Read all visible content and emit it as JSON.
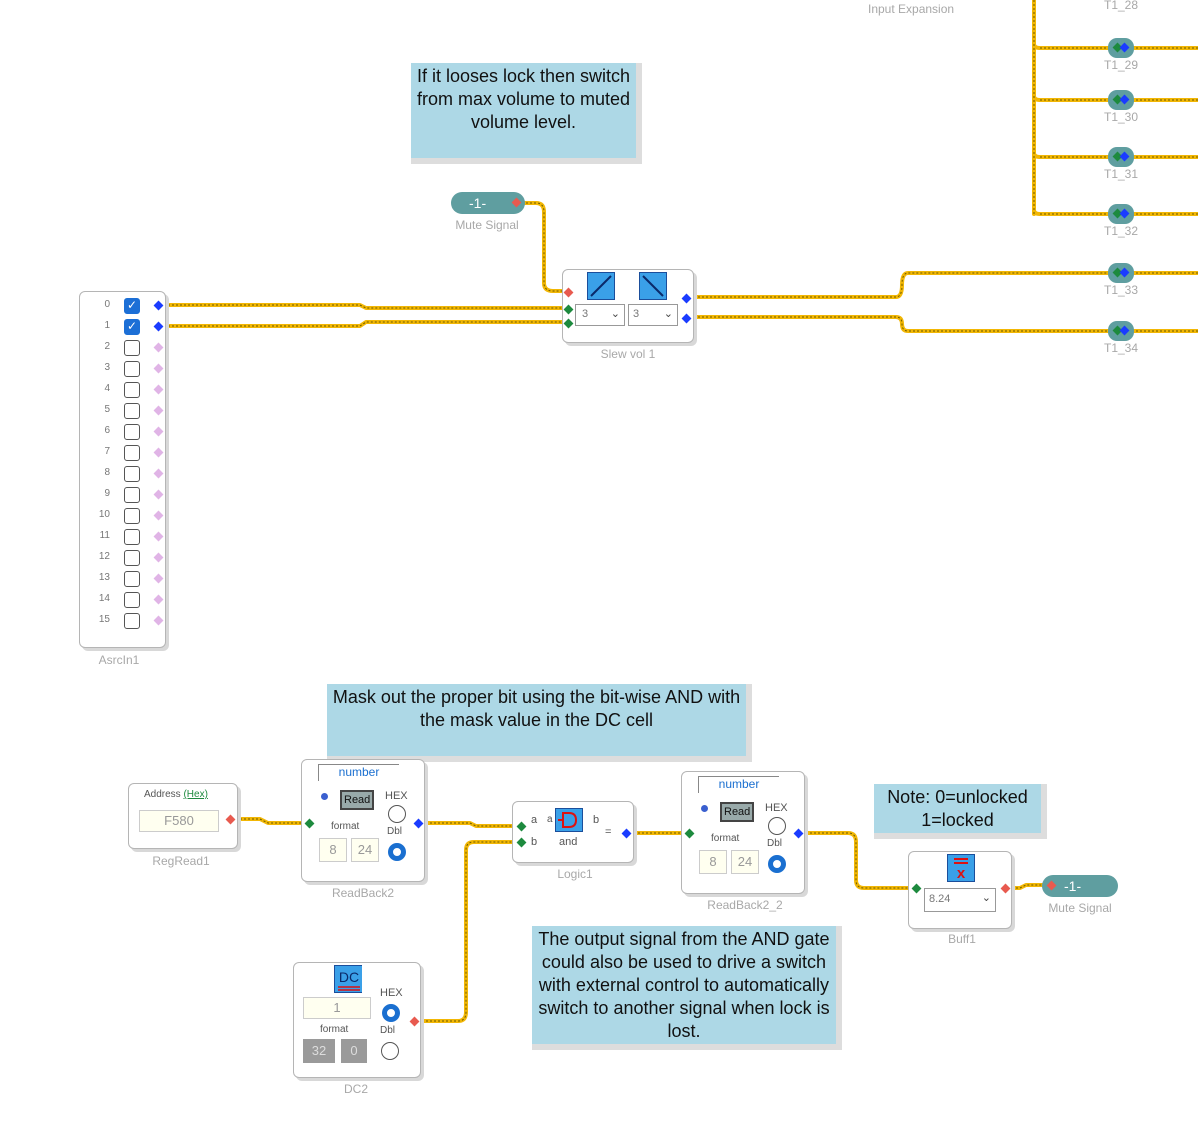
{
  "notes": {
    "lock_note": "If it looses lock then switch from max volume to muted volume level.",
    "mask_note": "Mask out the proper bit using the bit-wise AND with the mask value in the DC cell",
    "legend_note": "Note: 0=unlocked 1=locked",
    "output_note": "The output signal from the AND gate could also be used to drive a switch with external control to automatically switch to another signal when lock is lost."
  },
  "input_expansion_label": "Input Expansion",
  "t_nodes": [
    "T1_28",
    "T1_29",
    "T1_30",
    "T1_31",
    "T1_32",
    "T1_33",
    "T1_34"
  ],
  "mute_signal_top": {
    "value": "-1-",
    "label": "Mute Signal"
  },
  "mute_signal_bottom": {
    "value": "-1-",
    "label": "Mute Signal"
  },
  "asrcin": {
    "label": "AsrcIn1",
    "channels": [
      "0",
      "1",
      "2",
      "3",
      "4",
      "5",
      "6",
      "7",
      "8",
      "9",
      "10",
      "11",
      "12",
      "13",
      "14",
      "15"
    ],
    "checked": [
      true,
      true,
      false,
      false,
      false,
      false,
      false,
      false,
      false,
      false,
      false,
      false,
      false,
      false,
      false,
      false
    ]
  },
  "slew": {
    "label": "Slew vol 1",
    "dropdown1": "3",
    "dropdown2": "3"
  },
  "regread": {
    "title": "Address",
    "title_link": "(Hex)",
    "value": "F580",
    "label": "RegRead1"
  },
  "readback2": {
    "header": "number",
    "read": "Read",
    "hex": "HEX",
    "format": "format",
    "dbl": "Dbl",
    "fmt1": "8",
    "fmt2": "24",
    "label": "ReadBack2"
  },
  "readback2_2": {
    "header": "number",
    "read": "Read",
    "hex": "HEX",
    "format": "format",
    "dbl": "Dbl",
    "fmt1": "8",
    "fmt2": "24",
    "label": "ReadBack2_2"
  },
  "logic": {
    "in_a": "a",
    "in_b": "b",
    "a_small": "a",
    "b_small": "b",
    "eq": "=",
    "op": "and",
    "label": "Logic1"
  },
  "dc": {
    "value": "1",
    "hex": "HEX",
    "format": "format",
    "dbl": "Dbl",
    "fmt1": "32",
    "fmt2": "0",
    "label": "DC2"
  },
  "buff": {
    "dropdown": "8.24",
    "label": "Buff1"
  },
  "colors": {
    "wire": "#f2b705",
    "wire_dash": "#6b5a00",
    "note_bg": "#add8e6",
    "pill": "#5f9ea0"
  }
}
